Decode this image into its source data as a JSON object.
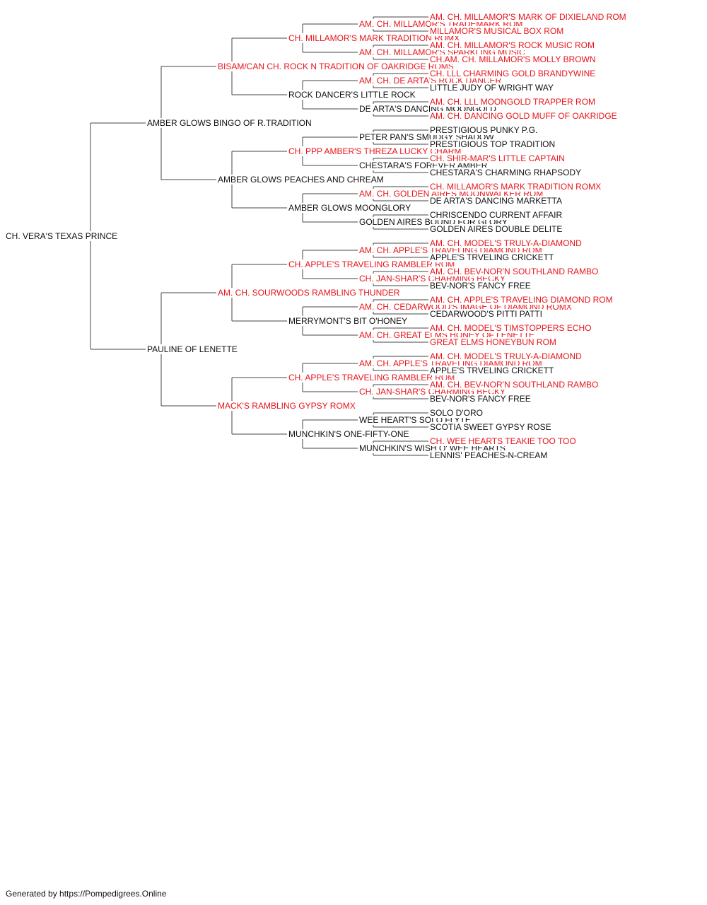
{
  "pedigree": {
    "name": "CH. VERA'S TEXAS PRINCE",
    "champion": false,
    "sire": {
      "name": "AMBER GLOWS BINGO OF R.TRADITION",
      "champion": false,
      "sire": {
        "name": "BISAM/CAN CH. ROCK N TRADITION OF OAKRIDGE ROMS",
        "champion": true,
        "sire": {
          "name": "CH. MILLAMOR'S MARK TRADITION ROMX",
          "champion": true,
          "sire": {
            "name": "AM. CH. MILLAMOR'S TRADEMARK ROM",
            "champion": true,
            "sire": {
              "name": "AM. CH. MILLAMOR'S MARK OF DIXIELAND ROM",
              "champion": true
            },
            "dam": {
              "name": "MILLAMOR'S MUSICAL BOX ROM",
              "champion": true
            }
          },
          "dam": {
            "name": "AM. CH. MILLAMOR'S SPARKLING MUSIC",
            "champion": true,
            "sire": {
              "name": "AM. CH. MILLAMOR'S ROCK MUSIC ROM",
              "champion": true
            },
            "dam": {
              "name": "CH.AM. CH. MILLAMOR'S MOLLY BROWN",
              "champion": true
            }
          }
        },
        "dam": {
          "name": "ROCK DANCER'S LITTLE ROCK",
          "champion": false,
          "sire": {
            "name": "AM. CH. DE ARTA'S ROCK DANCER",
            "champion": true,
            "sire": {
              "name": "CH. LLL CHARMING GOLD BRANDYWINE",
              "champion": true
            },
            "dam": {
              "name": "LITTLE JUDY OF WRIGHT WAY",
              "champion": false
            }
          },
          "dam": {
            "name": "DE ARTA'S DANCING MOONGOLD",
            "champion": false,
            "sire": {
              "name": "AM. CH. LLL MOONGOLD TRAPPER ROM",
              "champion": true
            },
            "dam": {
              "name": "AM. CH. DANCING GOLD MUFF OF OAKRIDGE",
              "champion": true
            }
          }
        }
      },
      "dam": {
        "name": "AMBER GLOWS PEACHES AND CHREAM",
        "champion": false,
        "sire": {
          "name": "CH. PPP AMBER'S THREZA LUCKY CHARM",
          "champion": true,
          "sire": {
            "name": "PETER PAN'S SMUDGY SHADOW",
            "champion": false,
            "sire": {
              "name": "PRESTIGIOUS PUNKY P.G.",
              "champion": false
            },
            "dam": {
              "name": "PRESTIGIOUS TOP TRADITION",
              "champion": false
            }
          },
          "dam": {
            "name": "CHESTARA'S FOREVER AMBER",
            "champion": false,
            "sire": {
              "name": "CH. SHIR-MAR'S LITTLE CAPTAIN",
              "champion": true
            },
            "dam": {
              "name": "CHESTARA'S CHARMING RHAPSODY",
              "champion": false
            }
          }
        },
        "dam": {
          "name": "AMBER GLOWS MOONGLORY",
          "champion": false,
          "sire": {
            "name": "AM. CH. GOLDEN AIRES MOONWALKER ROM",
            "champion": true,
            "sire": {
              "name": "CH. MILLAMOR'S MARK TRADITION ROMX",
              "champion": true
            },
            "dam": {
              "name": "DE ARTA'S DANCING MARKETTA",
              "champion": false
            }
          },
          "dam": {
            "name": "GOLDEN AIRES BOUND FOR GLORY",
            "champion": false,
            "sire": {
              "name": "CHRISCENDO CURRENT AFFAIR",
              "champion": false
            },
            "dam": {
              "name": "GOLDEN AIRES DOUBLE DELITE",
              "champion": false
            }
          }
        }
      }
    },
    "dam": {
      "name": "PAULINE OF LENETTE",
      "champion": false,
      "sire": {
        "name": "AM. CH. SOURWOODS RAMBLING THUNDER",
        "champion": true,
        "sire": {
          "name": "CH. APPLE'S TRAVELING RAMBLER ROM",
          "champion": true,
          "sire": {
            "name": "AM. CH. APPLE'S TRAVELING DIAMOND ROM",
            "champion": true,
            "sire": {
              "name": "AM. CH. MODEL'S TRULY-A-DIAMOND",
              "champion": true
            },
            "dam": {
              "name": "APPLE'S TRVELING CRICKETT",
              "champion": false
            }
          },
          "dam": {
            "name": "CH. JAN-SHAR'S CHARMING BECKY",
            "champion": true,
            "sire": {
              "name": "AM. CH. BEV-NOR'N SOUTHLAND RAMBO",
              "champion": true
            },
            "dam": {
              "name": "BEV-NOR'S FANCY FREE",
              "champion": false
            }
          }
        },
        "dam": {
          "name": "MERRYMONT'S BIT O'HONEY",
          "champion": false,
          "sire": {
            "name": "AM. CH. CEDARWOOD'S IMAGE OF DIAMOND ROMX",
            "champion": true,
            "sire": {
              "name": "AM. CH. APPLE'S TRAVELING DIAMOND ROM",
              "champion": true
            },
            "dam": {
              "name": "CEDARWOOD'S PITTI PATTI",
              "champion": false
            }
          },
          "dam": {
            "name": "AM. CH. GREAT ELMS HONEY OF LENETTE",
            "champion": true,
            "sire": {
              "name": "AM. CH. MODEL'S TIMSTOPPERS ECHO",
              "champion": true
            },
            "dam": {
              "name": "GREAT ELMS HONEYBUN ROM",
              "champion": true
            }
          }
        }
      },
      "dam": {
        "name": "MACK'S RAMBLING GYPSY ROMX",
        "champion": true,
        "sire": {
          "name": "CH. APPLE'S TRAVELING RAMBLER ROM",
          "champion": true,
          "sire": {
            "name": "AM. CH. APPLE'S TRAVELING DIAMOND ROM",
            "champion": true,
            "sire": {
              "name": "AM. CH. MODEL'S TRULY-A-DIAMOND",
              "champion": true
            },
            "dam": {
              "name": "APPLE'S TRVELING CRICKETT",
              "champion": false
            }
          },
          "dam": {
            "name": "CH. JAN-SHAR'S CHARMING BECKY",
            "champion": true,
            "sire": {
              "name": "AM. CH. BEV-NOR'N SOUTHLAND RAMBO",
              "champion": true
            },
            "dam": {
              "name": "BEV-NOR'S FANCY FREE",
              "champion": false
            }
          }
        },
        "dam": {
          "name": "MUNCHKIN'S ONE-FIFTY-ONE",
          "champion": false,
          "sire": {
            "name": "WEE HEART'S SOLO FLYTE",
            "champion": false,
            "sire": {
              "name": "SOLO D'ORO",
              "champion": false
            },
            "dam": {
              "name": "SCOTIA SWEET GYPSY ROSE",
              "champion": false
            }
          },
          "dam": {
            "name": "MUNCHKIN'S WISH O' WEE HEARTS",
            "champion": false,
            "sire": {
              "name": "CH. WEE HEARTS TEAKIE TOO TOO",
              "champion": true
            },
            "dam": {
              "name": "LENNIS' PEACHES-N-CREAM",
              "champion": false
            }
          }
        }
      }
    }
  },
  "footer": {
    "text": "Generated by https://Pompedigrees.Online"
  },
  "colors": {
    "champion": "#e8141b",
    "regular": "#111111",
    "connector": "#444444",
    "background": "#ffffff"
  }
}
